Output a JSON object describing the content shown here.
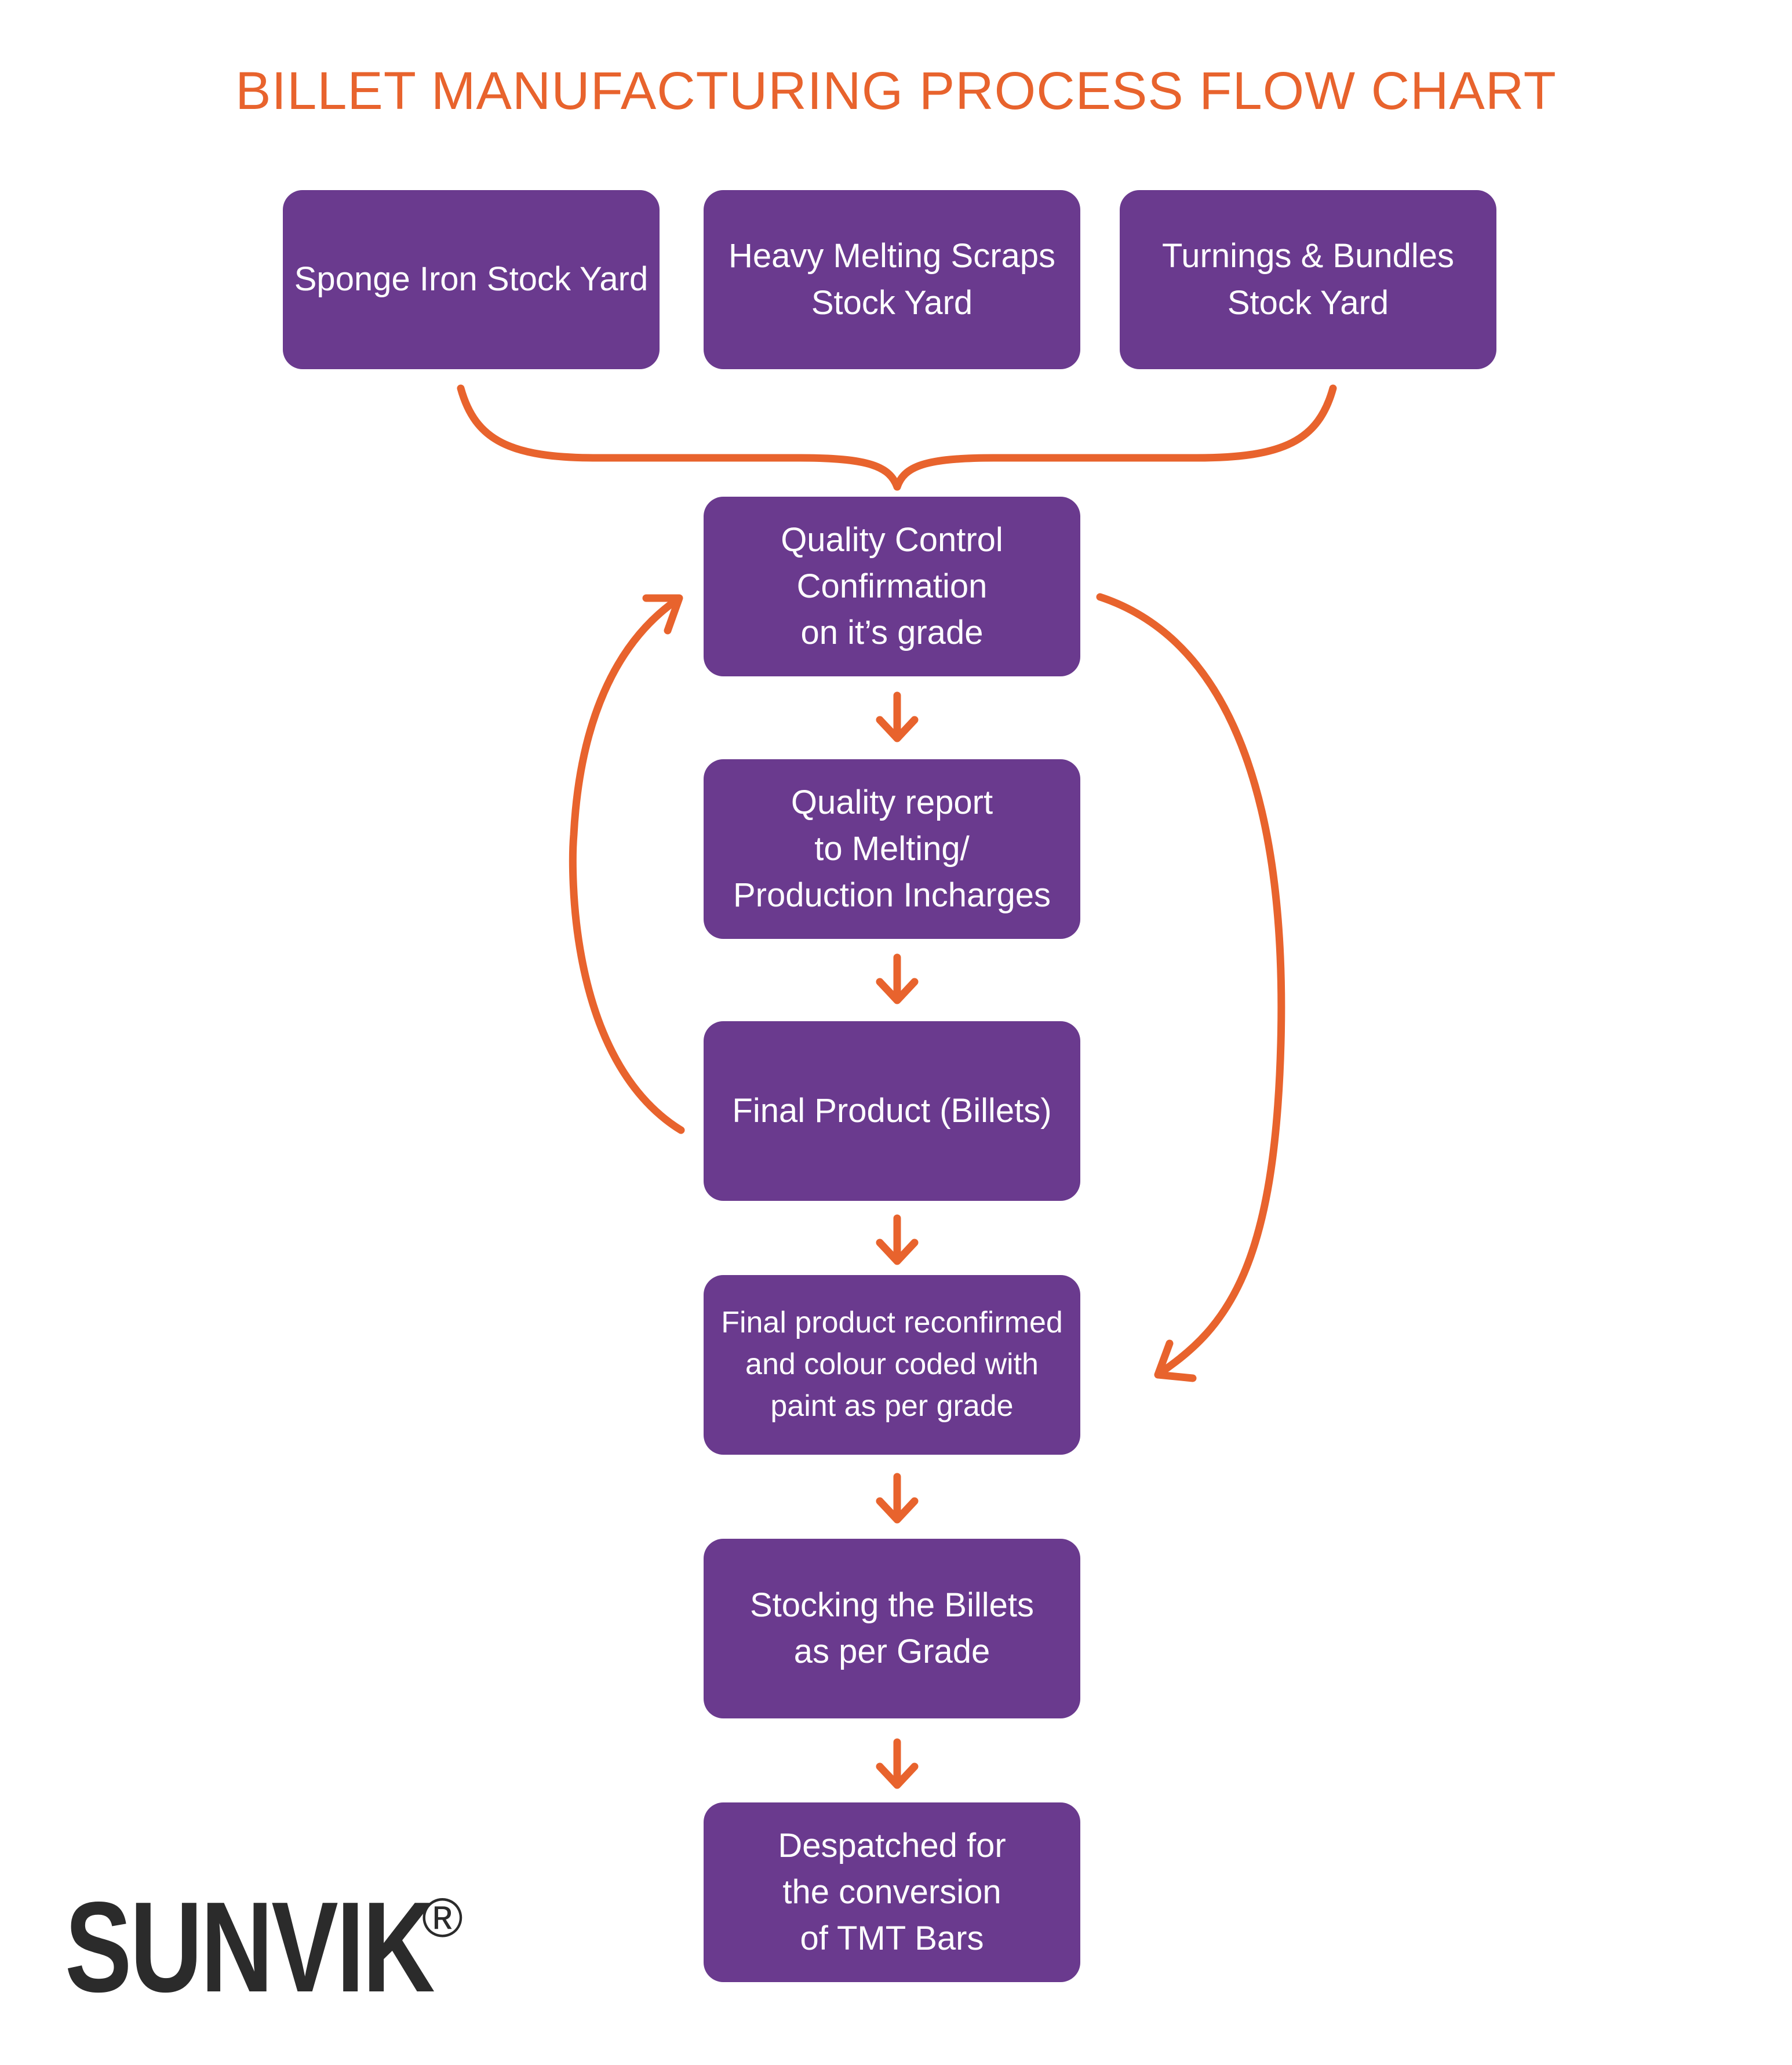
{
  "title": "BILLET MANUFACTURING PROCESS FLOW CHART",
  "colors": {
    "box": "#6a3a8e",
    "arrow": "#e8632d",
    "title": "#e8632d",
    "text": "#ffffff",
    "logo": "#2b2b2b"
  },
  "nodes": {
    "sponge": "Sponge Iron Stock Yard",
    "heavy": "Heavy Melting Scraps\nStock Yard",
    "turnings": "Turnings & Bundles\nStock Yard",
    "qc": "Quality Control\nConfirmation\non it’s grade",
    "report": "Quality report\nto Melting/\nProduction Incharges",
    "final": "Final Product (Billets)",
    "reconfirmed": "Final product reconfirmed\nand colour coded with\npaint as per grade",
    "stocking": "Stocking the Billets\nas per Grade",
    "despatched": "Despatched for\nthe conversion\nof TMT Bars"
  },
  "logo": {
    "text": "SUNVIK",
    "mark": "®"
  }
}
